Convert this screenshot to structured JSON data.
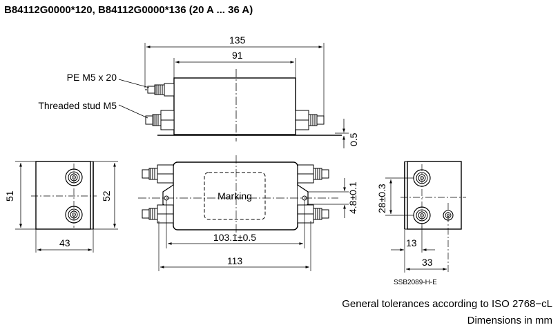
{
  "title": "B84112G0000*120, B84112G0000*136 (20 A ... 36 A)",
  "labels": {
    "pe": "PE M5 x 20",
    "stud": "Threaded stud M5",
    "marking": "Marking",
    "code": "SSB2089-H-E"
  },
  "dimensions": {
    "top_overall": "135",
    "top_body": "91",
    "top_gap": "0.5",
    "side_height": "51",
    "side_height2": "52",
    "side_width": "43",
    "front_mount": "103.1±0.5",
    "front_overall": "113",
    "front_offset": "4.8±0.1",
    "end_spacing": "28±0.3",
    "end_13": "13",
    "end_33": "33"
  },
  "footer": {
    "tolerances": "General tolerances according to ISO 2768−cL",
    "units": "Dimensions in mm"
  }
}
